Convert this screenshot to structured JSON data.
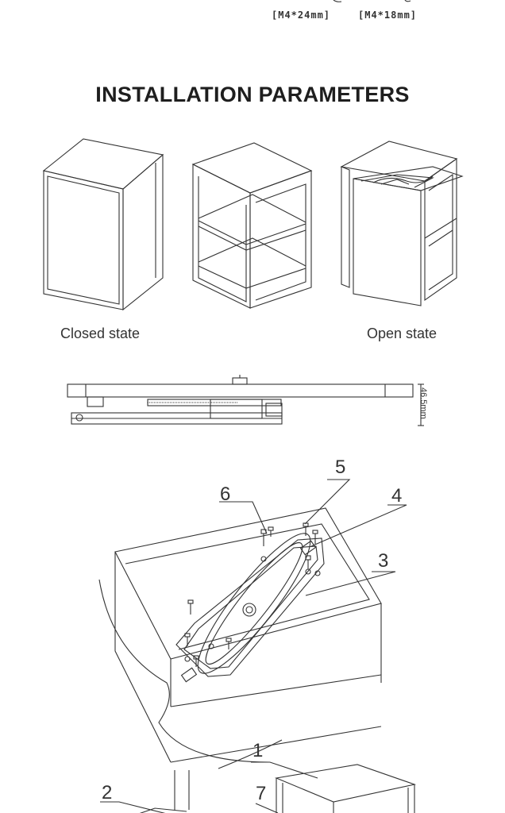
{
  "screws": {
    "left": "[M4*24mm]",
    "right": "[M4*18mm]"
  },
  "heading": "INSTALLATION PARAMETERS",
  "states": {
    "closed": "Closed state",
    "open": "Open state"
  },
  "dimension": "46.5mm",
  "callouts": {
    "n1": "1",
    "n2": "2",
    "n3": "3",
    "n4": "4",
    "n5": "5",
    "n6": "6",
    "n7": "7"
  }
}
